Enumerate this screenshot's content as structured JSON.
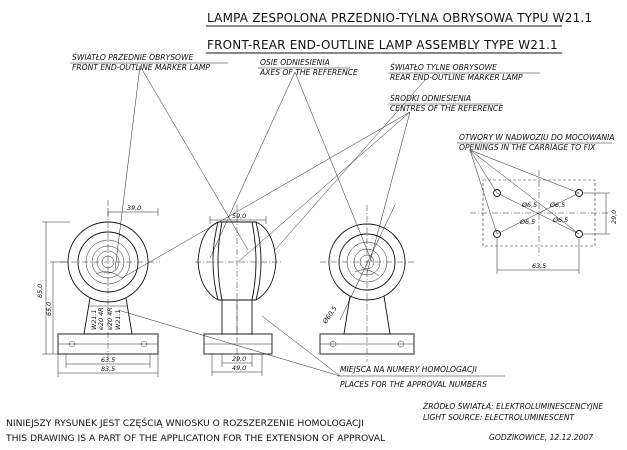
{
  "title": {
    "line1": "LAMPA  ZESPOLONA  PRZEDNIO-TYLNA OBRYSOWA TYPU W21.1",
    "line2": "FRONT-REAR END-OUTLINE LAMP ASSEMBLY TYPE W21.1"
  },
  "labels": {
    "front_lamp_pl": "ŚWIATŁO PRZEDNIE OBRYSOWE",
    "front_lamp_en": "FRONT END-OUTLINE MARKER LAMP",
    "axes_pl": "OSIE ODNIESIENIA",
    "axes_en": "AXES OF THE REFERENCE",
    "rear_lamp_pl": "ŚWIATŁO TYLNE OBRYSOWE",
    "rear_lamp_en": "REAR END-OUTLINE MARKER LAMP",
    "centres_pl": "ŚRODKI ODNIESIENIA",
    "centres_en": "CENTRES OF THE REFERENCE",
    "openings_pl": "OTWORY W NADWOZIU DO MOCOWANIA",
    "openings_en": "OPENINGS IN THE CARRIAGE TO FIX",
    "places_pl": "MIEJSCA NA NUMERY HOMOLOGACJI",
    "places_en": "PLACES FOR THE APPROVAL NUMBERS",
    "source_pl": "ŹRÓDŁO ŚWIATŁA: ELEKTROLUMINESCENCYJNE",
    "source_en": "LIGHT SOURCE: ELECTROLUMINESCENT",
    "place_date": "GODZIKOWICE, 12.12.2007",
    "statement_pl": "NINIEJSZY RYSUNEK JEST CZĘŚCIĄ WNIOSKU O ROZSZERZENIE HOMOLOGACJI",
    "statement_en": "THIS DRAWING IS A PART OF THE APPLICATION FOR THE EXTENSION OF APPROVAL"
  },
  "dimensions": {
    "d39": "39,0",
    "d59": "59,0",
    "d85": "85,0",
    "d65": "65,0",
    "d635_left": "63,5",
    "d835": "83,5",
    "d29": "29,0",
    "d49": "49,0",
    "d605": "Ø60,5",
    "hole1": "Ø6,5",
    "hole2": "Ø6,5",
    "hole3": "Ø6,5",
    "hole4": "Ø6,5",
    "d29_right": "29,0",
    "d635_right": "63,5"
  },
  "markings": {
    "m1": "W21.1",
    "m2": "e20 4R",
    "m3": "e20 4R",
    "m4": "W21.1"
  }
}
